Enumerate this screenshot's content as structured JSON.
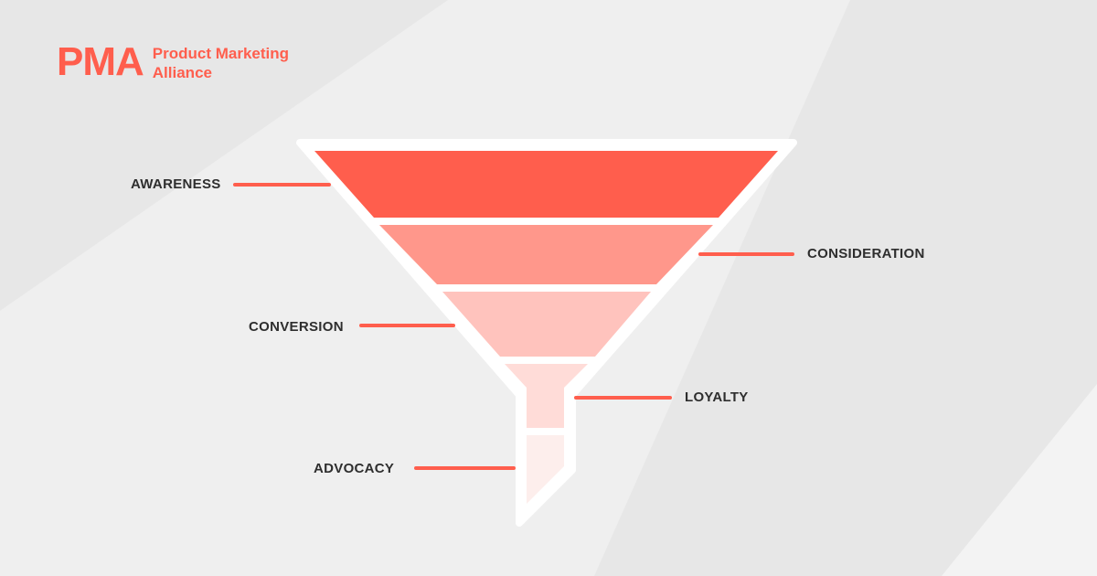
{
  "brand": {
    "logo_mark": "PMA",
    "name_line1": "Product Marketing",
    "name_line2": "Alliance",
    "accent_color": "#ff5e4d"
  },
  "funnel": {
    "stages": [
      {
        "label": "AWARENESS",
        "color": "#ff5e4d"
      },
      {
        "label": "CONSIDERATION",
        "color": "#ff978b"
      },
      {
        "label": "CONVERSION",
        "color": "#ffc3bd"
      },
      {
        "label": "LOYALTY",
        "color": "#ffdcd8"
      },
      {
        "label": "ADVOCACY",
        "color": "#fdeeec"
      }
    ],
    "leader_color": "#ff5e4d",
    "outline_color": "#ffffff"
  },
  "colors": {
    "background": "#efefef",
    "background_shape": "#e6e6e6",
    "label_text": "#2e2e2e"
  }
}
